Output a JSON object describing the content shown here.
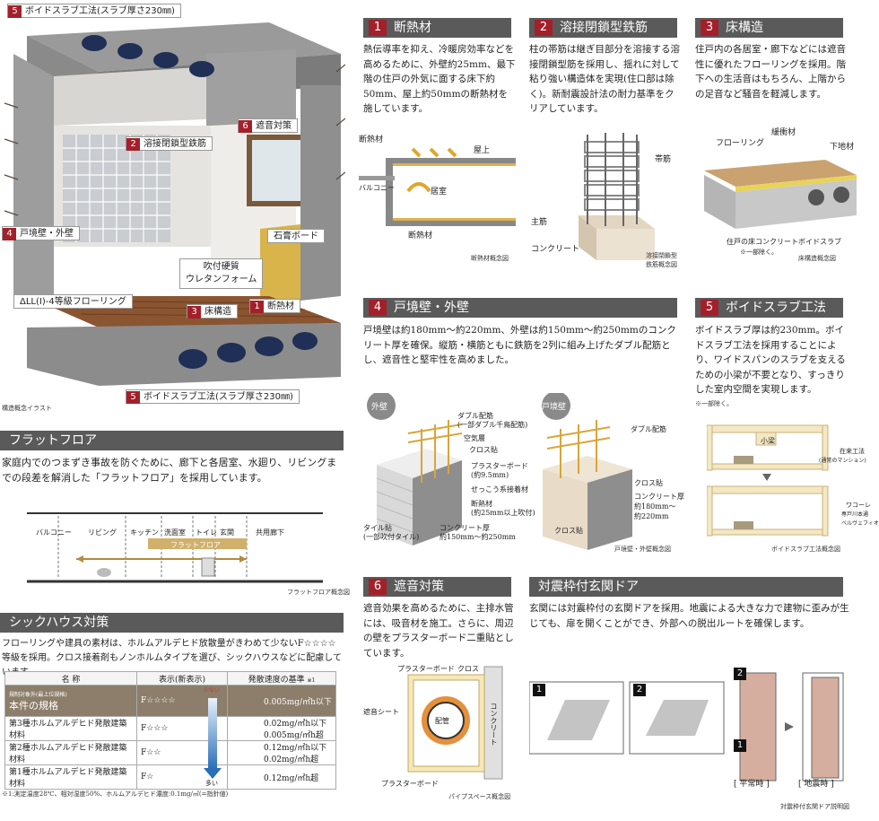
{
  "illustration": {
    "tags": {
      "void_top": "ボイドスラブ工法(スラブ厚さ230㎜)",
      "sound": "遮音対策",
      "rebar": "溶接閉鎖型鉄筋",
      "wall": "戸境壁・外壁",
      "gypsum": "石膏ボード",
      "urethane_1": "吹付硬質",
      "urethane_2": "ウレタンフォーム",
      "flooring": "ΔLL(I)-4等級フローリング",
      "insulation": "断熱材",
      "floor": "床構造",
      "void_bottom": "ボイドスラブ工法(スラブ厚さ230㎜)"
    },
    "nums": {
      "n1": "1",
      "n2": "2",
      "n3": "3",
      "n4": "4",
      "n5": "5",
      "n6": "6"
    },
    "caption": "構造概念イラスト"
  },
  "s1": {
    "num": "1",
    "title": "断熱材",
    "text": "熱伝導率を抑え、冷暖房効率などを高めるために、外壁約25mm、最下階の住戸の外気に面する床下約50mm、屋上約50mmの断熱材を施しています。",
    "labels": {
      "a": "断熱材",
      "b": "屋上",
      "c": "居室",
      "d": "バルコニー",
      "e": "断熱材"
    },
    "caption": "断熱材概念図"
  },
  "s2": {
    "num": "2",
    "title": "溶接閉鎖型鉄筋",
    "text": "柱の帯筋は継ぎ目部分を溶接する溶接閉鎖型筋を採用し、揺れに対して粘り強い構造体を実現(住口部は除く)。新耐震設計法の耐力基準をクリアしています。",
    "labels": {
      "a": "帯筋",
      "b": "主筋",
      "c": "コンクリート"
    },
    "caption_1": "溶接閉鎖型",
    "caption_2": "鉄筋概念図"
  },
  "s3": {
    "num": "3",
    "title": "床構造",
    "text": "住戸内の各居室・廊下などには遮音性に優れたフローリングを採用。階下への生活音はもちろん、上階からの足音など騒音を軽減します。",
    "labels": {
      "a": "フローリング",
      "b": "緩衝材",
      "c": "下地材"
    },
    "note_1": "住戸の床コンクリートボイドスラブ",
    "note_2": "※一部除く。",
    "caption": "床構造概念図"
  },
  "s4": {
    "num": "4",
    "title": "戸境壁・外壁",
    "text": "戸境壁は約180mm～約220mm、外壁は約150mm～約250mmのコンクリート厚を確保。縦筋・横筋ともに鉄筋を2列に組み上げたダブル配筋とし、遮音性と堅牢性を高めました。",
    "outer": {
      "circle": "外壁",
      "a": "ダブル配筋",
      "b": "(一部ダブル千鳥配筋)",
      "c": "空気層",
      "d": "クロス貼",
      "e": "プラスターボード",
      "f": "(約9.5mm)",
      "g": "せっこう系接着材",
      "h": "断熱材",
      "i": "(約25mm以上吹付)",
      "j": "タイル貼",
      "k": "(一部吹付タイル)",
      "l": "コンクリート厚",
      "m": "約150mm～約250mm"
    },
    "inner": {
      "circle": "戸境壁",
      "a": "ダブル配筋",
      "b": "クロス貼",
      "c": "コンクリート厚",
      "d": "約180mm～",
      "e": "約220mm",
      "f": "クロス貼"
    },
    "caption": "戸境壁・外壁概念図"
  },
  "s5": {
    "num": "5",
    "title": "ボイドスラブ工法",
    "text": "ボイドスラブ厚は約230mm。ボイドスラブ工法を採用することにより、ワイドスパンのスラブを支えるための小梁が不要となり、すっきりした室内空間を実現します。",
    "note": "※一部除く。",
    "labels": {
      "beam": "小梁",
      "old_1": "在来工法",
      "old_2": "(通常のマンション)",
      "new_1": "ワコーレ",
      "new_2": "専戸川本通",
      "new_3": "ベルヴェフィオ"
    },
    "caption": "ボイドスラブ工法概念図"
  },
  "s6": {
    "num": "6",
    "title": "遮音対策",
    "text": "遮音効果を高めるために、主排水管には、吸音材を施工。さらに、周辺の壁をプラスターボード二重貼としています。",
    "labels": {
      "a": "プラスターボード",
      "b": "クロス",
      "c": "遮音シート",
      "d": "配管",
      "e": "コンクリート",
      "f": "プラスターボード"
    },
    "caption": "パイプスペース概念図"
  },
  "door": {
    "title": "対震枠付玄関ドア",
    "text": "玄関には対震枠付の玄関ドアを採用。地震による大きな力で建物に歪みが生じても、扉を開くことができ、外部への脱出ルートを確保します。",
    "n1": "1",
    "n2": "2",
    "normal": "[ 平常時 ]",
    "quake": "[ 地震時 ]",
    "caption": "対震枠付玄関ドア説明図"
  },
  "flat": {
    "title": "フラットフロア",
    "text": "家庭内でのつまずき事故を防ぐために、廊下と各居室、水廻り、リビングまでの段差を解消した「フラットフロア」を採用しています。",
    "rooms": [
      "バルコニー",
      "リビング",
      "キッチン",
      "洗面室",
      "トイレ",
      "玄関",
      "共用廊下"
    ],
    "arrow": "フラットフロア",
    "caption": "フラットフロア概念図"
  },
  "sick": {
    "title": "シックハウス対策",
    "text": "フローリングや建具の素材は、ホルムアルデヒド放散量がきわめて少ないF☆☆☆☆等級を採用。クロス接着剤もノンホルムタイプを選び、シックハウスなどに配慮しています。",
    "head": {
      "name": "名 称",
      "mark": "表示(新表示)",
      "rate": "発散速度の基準",
      "note": "※1"
    },
    "rows": [
      {
        "sub": "規制対象外(最上位規格)",
        "name": "本件の規格",
        "mark": "F☆☆☆☆",
        "rate": "0.005mg/㎡h以下"
      },
      {
        "name": "第3種ホルムアルデヒド発散建築材料",
        "mark": "F☆☆☆",
        "rate": "0.02mg/㎡h以下 0.005mg/㎡h超"
      },
      {
        "name": "第2種ホルムアルデヒド発散建築材料",
        "mark": "F☆☆",
        "rate": "0.12mg/㎡h以下 0.02mg/㎡h超"
      },
      {
        "name": "第1種ホルムアルデヒド発散建築材料",
        "mark": "F☆",
        "rate": "0.12mg/㎡h超"
      }
    ],
    "less": "少ない",
    "more": "多い",
    "footnote": "※1:測定温度28℃、相対湿度50%、ホルムアルデヒド濃度:0.1mg/㎥(=指針値)"
  }
}
